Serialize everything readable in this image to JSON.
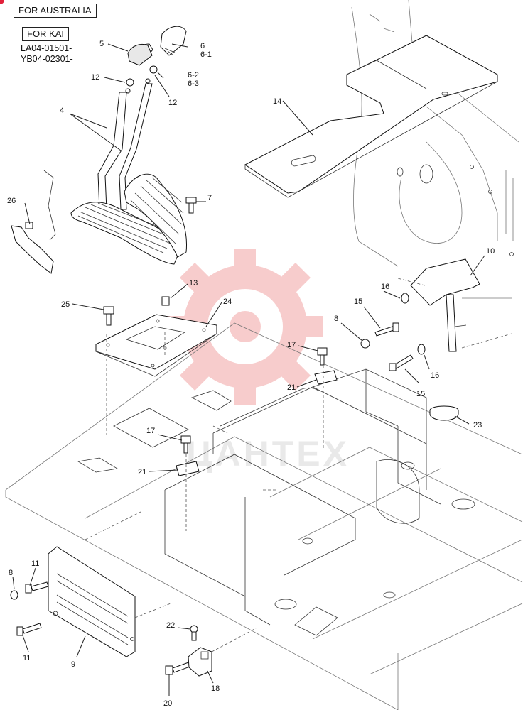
{
  "header": {
    "region_label": "FOR AUSTRALIA",
    "variant_label": "FOR KAI",
    "serial_ranges": [
      "LA04-01501-",
      "YB04-02301-"
    ],
    "corner_marker_color": "#e2203a"
  },
  "watermark": {
    "text": "ЦАНТЕХ",
    "color": "#f2a3a3"
  },
  "callouts": {
    "p4": "4",
    "p5": "5",
    "p6": "6",
    "p6_1": "6-1",
    "p6_2": "6-2",
    "p6_3": "6-3",
    "p7": "7",
    "p8a": "8",
    "p8b": "8",
    "p9": "9",
    "p10": "10",
    "p11a": "11",
    "p11b": "11",
    "p12a": "12",
    "p12b": "12",
    "p13": "13",
    "p14": "14",
    "p15a": "15",
    "p15b": "15",
    "p16a": "16",
    "p16b": "16",
    "p17a": "17",
    "p17b": "17",
    "p18": "18",
    "p20": "20",
    "p21a": "21",
    "p21b": "21",
    "p22": "22",
    "p23": "23",
    "p24": "24",
    "p25": "25",
    "p26": "26"
  }
}
